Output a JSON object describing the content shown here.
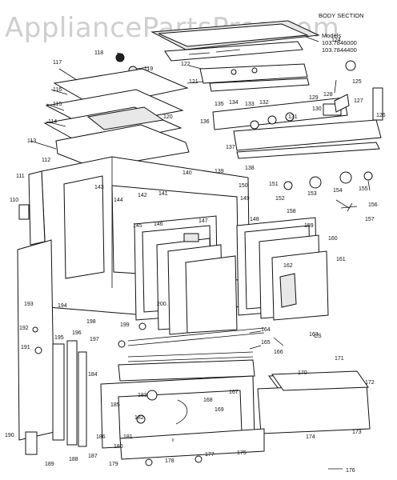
{
  "watermark": "AppliancePartsPros.com",
  "header": {
    "section": "BODY SECTION",
    "models_label": "Models",
    "model_1": "103.7846000",
    "model_2": "103.7844400"
  },
  "labels": [
    "117",
    "118",
    "119",
    "116",
    "115",
    "120",
    "114",
    "113",
    "112",
    "111",
    "110",
    "122",
    "124",
    "121",
    "125",
    "126",
    "127",
    "128",
    "129",
    "130",
    "131",
    "132",
    "133",
    "134",
    "135",
    "136",
    "137",
    "138",
    "139",
    "140",
    "141",
    "142",
    "143",
    "144",
    "145",
    "146",
    "147",
    "148",
    "149",
    "150",
    "151",
    "152",
    "153",
    "154",
    "155",
    "156",
    "157",
    "158",
    "159",
    "160",
    "161",
    "162",
    "163",
    "164",
    "165",
    "166",
    "167",
    "168",
    "169",
    "170",
    "171",
    "172",
    "173",
    "174",
    "175",
    "176",
    "177",
    "178",
    "179",
    "180",
    "181",
    "182",
    "183",
    "184",
    "185",
    "186",
    "187",
    "188",
    "189",
    "190",
    "191",
    "192",
    "193",
    "194",
    "195",
    "196",
    "197",
    "198",
    "199",
    "200",
    "CS"
  ]
}
